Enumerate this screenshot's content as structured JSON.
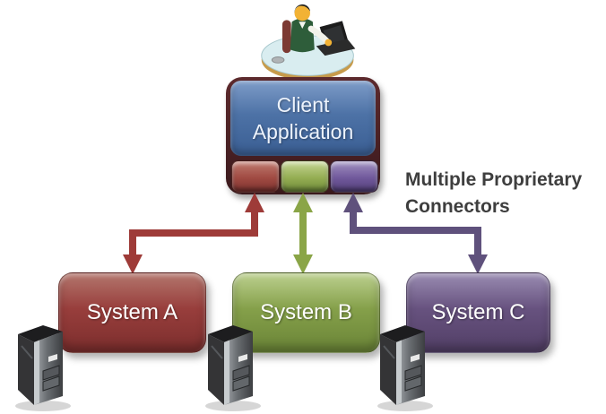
{
  "client": {
    "label": "Client Application",
    "box_color": "#4d72a6",
    "border_color": "#47201f",
    "text_color": "#edf3fc"
  },
  "user_icon": {
    "name": "user-at-desk-icon"
  },
  "connectors": {
    "annotation": "Multiple Proprietary Connectors",
    "items": [
      {
        "id": "connector-a",
        "color": "#a04a42"
      },
      {
        "id": "connector-b",
        "color": "#94ad52"
      },
      {
        "id": "connector-c",
        "color": "#70589b"
      }
    ]
  },
  "arrows": [
    {
      "id": "arrow-a",
      "type": "elbow-double-headed",
      "color": "#9e3b38",
      "from": "connector-a",
      "to": "System A"
    },
    {
      "id": "arrow-b",
      "type": "straight-double-headed",
      "color": "#8aa547",
      "from": "connector-b",
      "to": "System B"
    },
    {
      "id": "arrow-c",
      "type": "elbow-double-headed",
      "color": "#5f517c",
      "from": "connector-c",
      "to": "System C"
    }
  ],
  "systems": [
    {
      "label": "System A",
      "color": "#983e3c"
    },
    {
      "label": "System B",
      "color": "#85a04a"
    },
    {
      "label": "System C",
      "color": "#67527f"
    }
  ],
  "server_icon": {
    "name": "server-tower-icon"
  }
}
